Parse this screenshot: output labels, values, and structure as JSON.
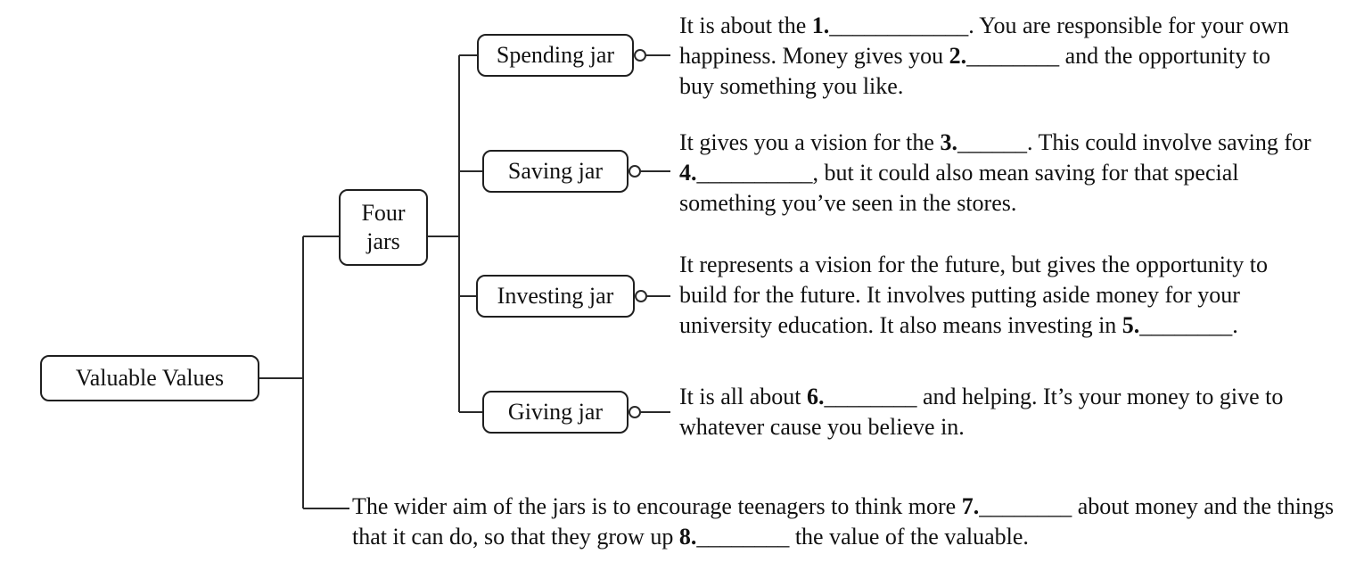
{
  "colors": {
    "ink": "#1f1f1f",
    "background": "#ffffff"
  },
  "root": {
    "label": "Valuable Values"
  },
  "hub": {
    "label": "Four jars"
  },
  "branches": [
    {
      "label": "Spending jar",
      "description": "It is about the 1.____________. You are responsible for your own happiness. Money gives you 2.________ and the opportunity to buy something you like."
    },
    {
      "label": "Saving jar",
      "description": "It gives you a vision for the 3.______. This could involve saving for 4.__________, but it could also mean saving for that special something you’ve seen in the stores."
    },
    {
      "label": "Investing jar",
      "description": "It represents a vision for the future, but gives the opportunity to build for the future. It involves putting aside money for your university education. It also means investing in 5.________."
    },
    {
      "label": "Giving jar",
      "description": "It is all about 6.________ and helping. It’s your money to give to whatever cause you believe in."
    }
  ],
  "footer": {
    "text": "The wider aim of the jars is to encourage teenagers to think more 7.________ about money and the things that it can do, so that they grow up 8.________ the value of the valuable."
  }
}
